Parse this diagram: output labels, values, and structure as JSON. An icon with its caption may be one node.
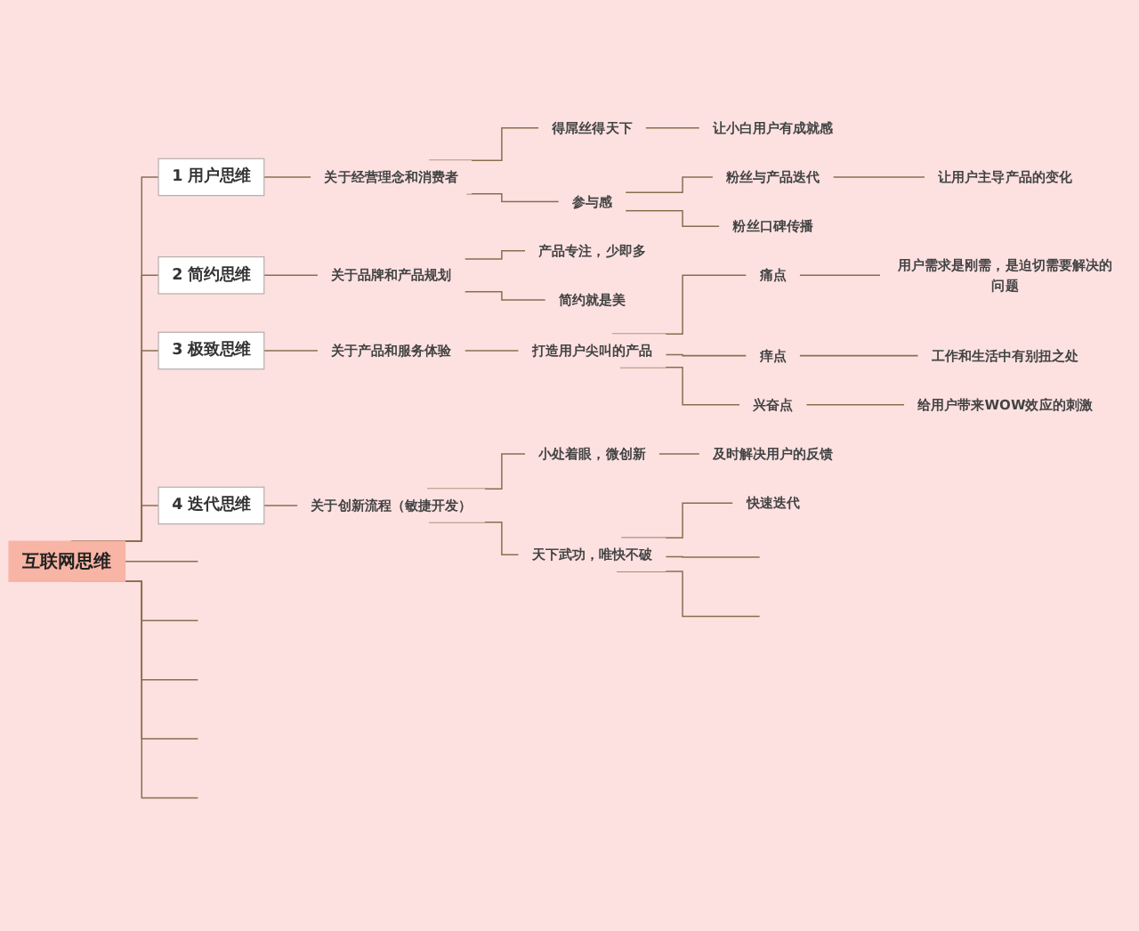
{
  "diagram": {
    "nodes": [
      {
        "text": [
          "互联网思维"
        ]
      },
      {
        "text": [
          "1 用户思维"
        ]
      },
      {
        "text": [
          "关于经营理念和消费者"
        ]
      },
      {
        "text": [
          "得屌丝得天下"
        ]
      },
      {
        "text": [
          "让小白用户有成就感"
        ]
      },
      {
        "text": [
          "参与感"
        ]
      },
      {
        "text": [
          "粉丝与产品迭代"
        ]
      },
      {
        "text": [
          "让用户主导产品的变化"
        ]
      },
      {
        "text": [
          "粉丝口碑传播"
        ]
      },
      {
        "text": [
          "2 简约思维"
        ]
      },
      {
        "text": [
          "关于品牌和产品规划"
        ]
      },
      {
        "text": [
          "产品专注，少即多"
        ]
      },
      {
        "text": [
          "简约就是美"
        ]
      },
      {
        "text": [
          "3 极致思维"
        ]
      },
      {
        "text": [
          "关于产品和服务体验"
        ]
      },
      {
        "text": [
          "打造用户尖叫的产品"
        ]
      },
      {
        "text": [
          "痛点"
        ]
      },
      {
        "text": [
          "用户需求是刚需，是迫切需要解决的问题"
        ]
      },
      {
        "text": [
          "痒点"
        ]
      },
      {
        "text": [
          "工作和生活中有别扭之处"
        ]
      },
      {
        "text": [
          "兴奋点"
        ]
      },
      {
        "text": [
          "给用户带来WOW效应的刺激"
        ]
      },
      {
        "text": [
          "4 迭代思维"
        ]
      },
      {
        "text": [
          "关于创新流程（敏捷开发）"
        ]
      },
      {
        "text": [
          "小处着眼，微创新"
        ]
      },
      {
        "text": [
          "及时解决用户的反馈"
        ]
      },
      {
        "text": [
          "天下武功，唯快不破"
        ]
      },
      {
        "text": [
          "快速迭代"
        ]
      }
    ],
    "edges": [
      {
        "from": 0,
        "to": 1,
        "arrow": "none"
      },
      {
        "from": 0,
        "to": 9,
        "arrow": "none"
      },
      {
        "from": 0,
        "to": 13,
        "arrow": "none"
      },
      {
        "from": 0,
        "to": 22,
        "arrow": "none"
      },
      {
        "from": 0,
        "to": null,
        "arrow": "none"
      },
      {
        "from": 0,
        "to": null,
        "arrow": "none"
      },
      {
        "from": 0,
        "to": null,
        "arrow": "none"
      },
      {
        "from": 0,
        "to": null,
        "arrow": "none"
      },
      {
        "from": 0,
        "to": null,
        "arrow": "none"
      },
      {
        "from": 1,
        "to": 2,
        "arrow": "none"
      },
      {
        "from": 2,
        "to": 3,
        "arrow": "none"
      },
      {
        "from": 3,
        "to": 4,
        "arrow": "none"
      },
      {
        "from": 2,
        "to": 5,
        "arrow": "none"
      },
      {
        "from": 5,
        "to": 6,
        "arrow": "none"
      },
      {
        "from": 6,
        "to": 7,
        "arrow": "none"
      },
      {
        "from": 5,
        "to": 8,
        "arrow": "none"
      },
      {
        "from": 9,
        "to": 10,
        "arrow": "none"
      },
      {
        "from": 10,
        "to": 11,
        "arrow": "none"
      },
      {
        "from": 10,
        "to": 12,
        "arrow": "none"
      },
      {
        "from": 13,
        "to": 14,
        "arrow": "none"
      },
      {
        "from": 14,
        "to": 15,
        "arrow": "none"
      },
      {
        "from": 15,
        "to": 16,
        "arrow": "none"
      },
      {
        "from": 16,
        "to": 17,
        "arrow": "none"
      },
      {
        "from": 15,
        "to": 18,
        "arrow": "none"
      },
      {
        "from": 18,
        "to": 19,
        "arrow": "none"
      },
      {
        "from": 15,
        "to": 20,
        "arrow": "none"
      },
      {
        "from": 20,
        "to": 21,
        "arrow": "none"
      },
      {
        "from": 22,
        "to": 23,
        "arrow": "none"
      },
      {
        "from": 23,
        "to": 24,
        "arrow": "none"
      },
      {
        "from": 24,
        "to": 25,
        "arrow": "none"
      },
      {
        "from": 23,
        "to": 26,
        "arrow": "none"
      },
      {
        "from": 26,
        "to": 27,
        "arrow": "none"
      },
      {
        "from": 26,
        "to": null,
        "arrow": "none"
      },
      {
        "from": 26,
        "to": null,
        "arrow": "none"
      }
    ]
  }
}
